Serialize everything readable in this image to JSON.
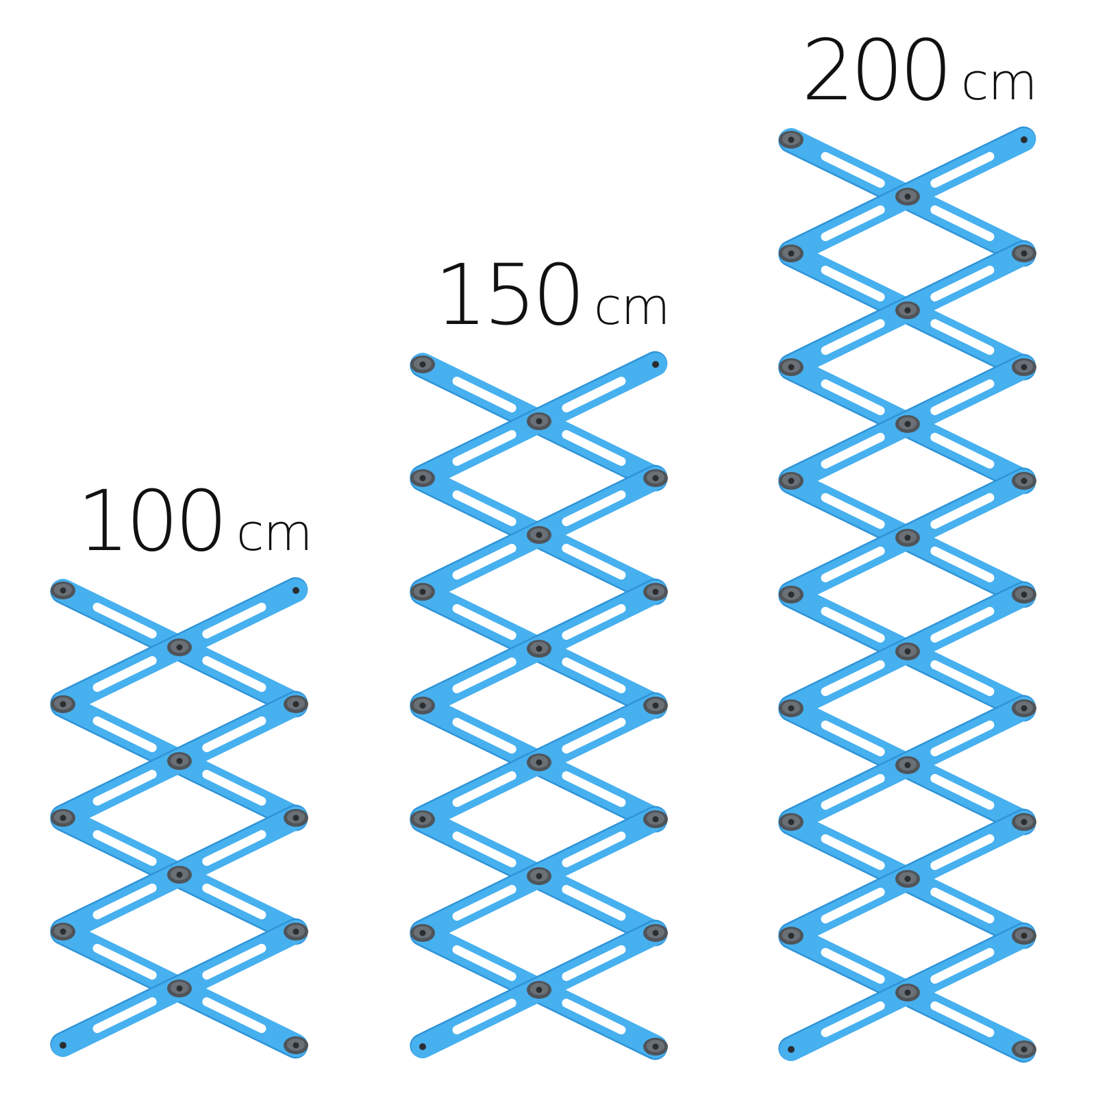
{
  "labels": {
    "short": {
      "number": "100",
      "unit": "cm"
    },
    "medium": {
      "number": "150",
      "unit": "cm"
    },
    "tall": {
      "number": "200",
      "unit": "cm"
    }
  },
  "colors": {
    "bar": "#47b0ef",
    "bar_shade": "#2f93d6",
    "slot": "#ffffff",
    "pivot": "#4f5459",
    "pivot_dark": "#2b2e31",
    "text": "#111111"
  },
  "racks": [
    {
      "id": "short",
      "zigzag_levels": 4
    },
    {
      "id": "medium",
      "zigzag_levels": 6
    },
    {
      "id": "tall",
      "zigzag_levels": 8
    }
  ]
}
